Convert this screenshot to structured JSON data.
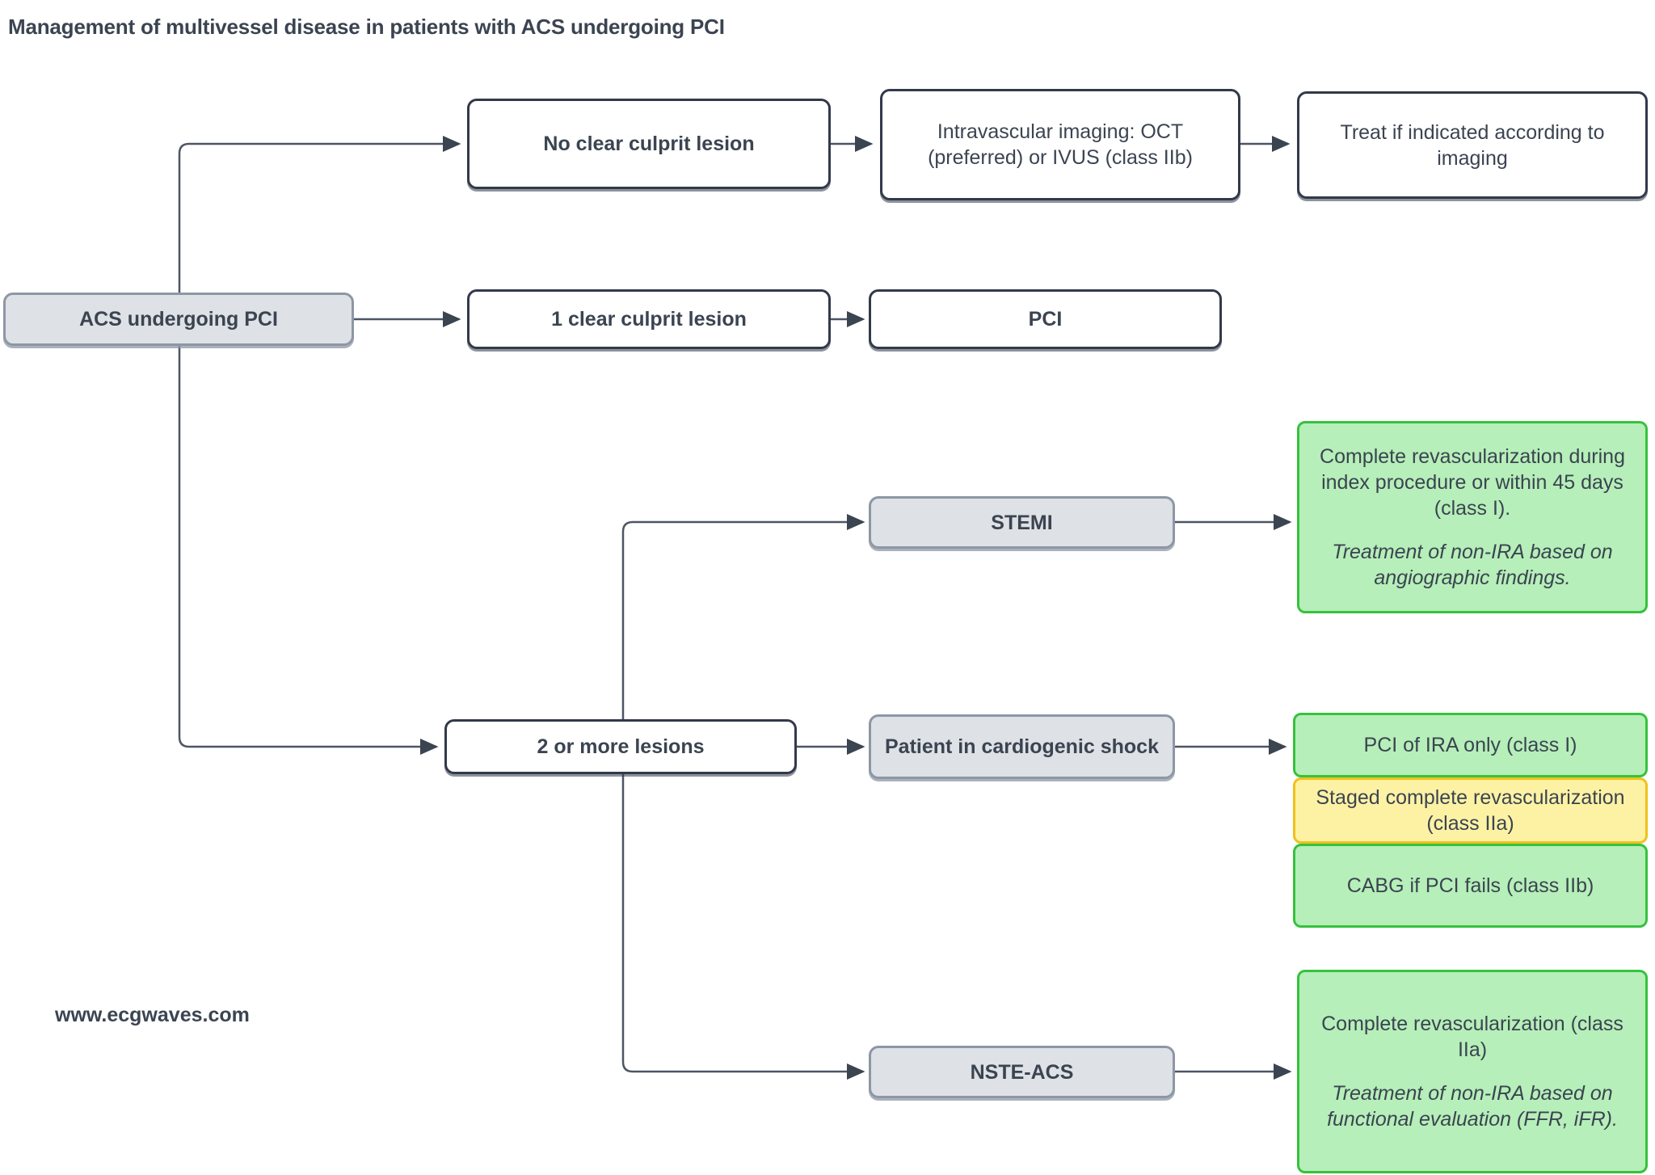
{
  "diagram": {
    "title": "Management of multivessel disease in patients with ACS undergoing PCI",
    "watermark": "www.ecgwaves.com",
    "colors": {
      "green_fill": "#b6efb9",
      "green_border": "#36c23e",
      "yellow_fill": "#fdf2a4",
      "yellow_border": "#f0c11c",
      "gray_fill": "#dee1e5",
      "gray_border": "#8d97a5",
      "outline_dark": "#32394a",
      "text": "#3b4451",
      "background": "#ffffff"
    },
    "nodes": {
      "start": {
        "label": "ACS undergoing PCI"
      },
      "no_culprit": {
        "label": "No clear culprit lesion"
      },
      "imaging": {
        "label": "Intravascular imaging: OCT (preferred) or IVUS (class IIb)"
      },
      "treat_imaging": {
        "label": "Treat if indicated according to imaging"
      },
      "one_culprit": {
        "label": "1 clear culprit lesion"
      },
      "pci": {
        "label": "PCI"
      },
      "two_more": {
        "label": "2 or more lesions"
      },
      "stemi": {
        "label": "STEMI"
      },
      "shock": {
        "label": "Patient in cardiogenic shock"
      },
      "nste": {
        "label": "NSTE-ACS"
      },
      "stemi_rec_line1": "Complete revascularization during index procedure or within 45 days (class I).",
      "stemi_rec_line2": "Treatment of non-IRA based on angiographic findings.",
      "shock_rec_1": "PCI of IRA only (class I)",
      "shock_rec_2": "Staged complete revascularization (class IIa)",
      "shock_rec_3": "CABG if PCI fails (class IIb)",
      "nste_rec_line1": "Complete revascularization (class IIa)",
      "nste_rec_line2": "Treatment of non-IRA based on functional evaluation (FFR, iFR)."
    }
  }
}
